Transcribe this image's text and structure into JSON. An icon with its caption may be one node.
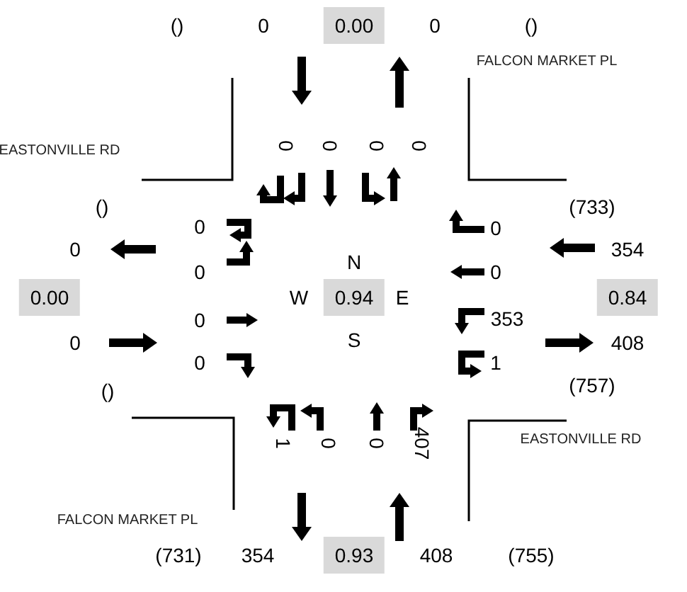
{
  "diagram": {
    "labels": [
      "()",
      "0",
      "0.00",
      "0",
      "()",
      "FALCON MARKET PL",
      "EASTONVILLE RD",
      "0",
      "0",
      "0",
      "0",
      "()",
      "(733)",
      "0",
      "0",
      "0",
      "354",
      "N",
      "0",
      "0",
      "0.00",
      "W",
      "0.94",
      "E",
      "0.84",
      "0",
      "353",
      "0",
      "S",
      "408",
      "0",
      "1",
      "()",
      "(757)",
      "1",
      "0",
      "0",
      "407",
      "EASTONVILLE RD",
      "FALCON MARKET PL",
      "(731)",
      "354",
      "0.93",
      "408",
      "(755)"
    ]
  }
}
